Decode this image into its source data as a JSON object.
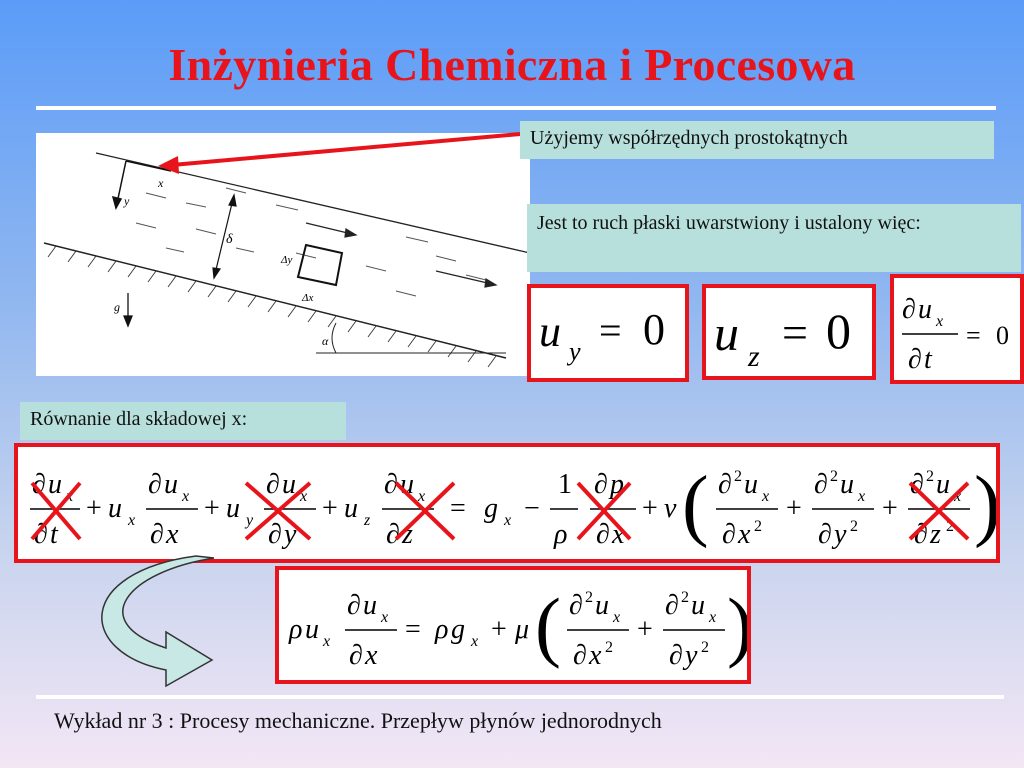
{
  "title": "Inżynieria Chemiczna i Procesowa",
  "callouts": {
    "coordinates": "Użyjemy współrzędnych prostokątnych",
    "flow_type": "Jest to ruch płaski uwarstwiony i ustalony więc:",
    "x_component": "Równanie dla składowej x:"
  },
  "diagram": {
    "labels": {
      "x": "x",
      "y": "y",
      "delta": "δ",
      "dy": "Δy",
      "dx": "Δx",
      "g": "g",
      "alpha": "α"
    }
  },
  "conditions": [
    {
      "variable": "u",
      "subscript": "y",
      "value": "0"
    },
    {
      "variable": "u",
      "subscript": "z",
      "value": "0"
    },
    {
      "expression": "∂u_x/∂t = 0"
    }
  ],
  "equations": {
    "navier_stokes_x": "∂u_x/∂t + u_x ∂u_x/∂x + u_y ∂u_x/∂y + u_z ∂u_x/∂z = g_x − (1/ρ) ∂p/∂x + ν(∂²u_x/∂x² + ∂²u_x/∂y² + ∂²u_x/∂z²)",
    "struck_terms": [
      "∂u_x/∂t",
      "u_y ∂u_x/∂y",
      "u_z ∂u_x/∂z",
      "(1/ρ) ∂p/∂x",
      "∂²u_x/∂z²"
    ],
    "simplified": "ρu_x ∂u_x/∂x = ρg_x + μ(∂²u_x/∂x² + ∂²u_x/∂y²)"
  },
  "footer": "Wykład nr 3  : Procesy mechaniczne.  Przepływ płynów jednorodnych",
  "colors": {
    "title": "#e8141c",
    "box_border": "#e8141c",
    "callout_bg": "#b7e0dc",
    "arrow_fill": "#c8e8e6"
  }
}
